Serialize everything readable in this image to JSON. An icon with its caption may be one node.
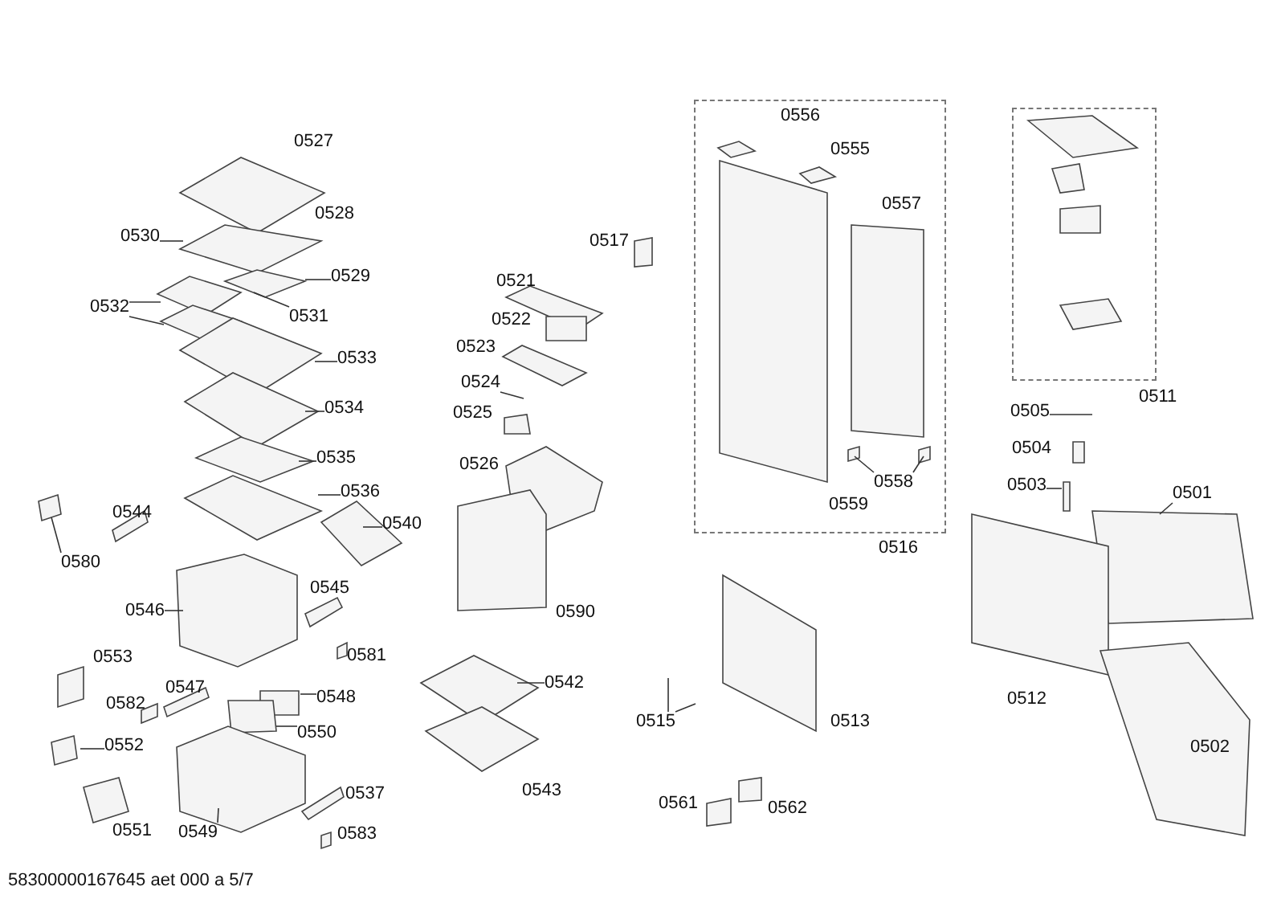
{
  "diagram": {
    "nodes": [
      {
        "text": [
          "0516"
        ]
      },
      {
        "text": [
          "0511"
        ]
      },
      {
        "text": [
          "0530"
        ]
      },
      {
        "text": [
          "0529"
        ]
      },
      {
        "text": [
          "0531"
        ]
      },
      {
        "text": [
          "0532"
        ]
      },
      {
        "text": [
          "0533"
        ]
      },
      {
        "text": [
          "0534"
        ]
      },
      {
        "text": [
          "0535"
        ]
      },
      {
        "text": [
          "0536"
        ]
      },
      {
        "text": [
          "0540"
        ]
      },
      {
        "text": [
          "0580"
        ]
      },
      {
        "text": [
          "0546"
        ]
      },
      {
        "text": [
          "0548"
        ]
      },
      {
        "text": [
          "0550"
        ]
      },
      {
        "text": [
          "0552"
        ]
      },
      {
        "text": [
          "0549"
        ]
      },
      {
        "text": [
          "0524"
        ]
      },
      {
        "text": [
          "0542"
        ]
      },
      {
        "text": [
          "0515"
        ]
      },
      {
        "text": [
          "0558"
        ],
        "in": 0
      },
      {
        "text": [
          "0505"
        ]
      },
      {
        "text": [
          "0503"
        ]
      },
      {
        "text": [
          "0501"
        ]
      }
    ],
    "edges": [
      {
        "from": 2,
        "to": null,
        "arrow": "none"
      },
      {
        "from": 3,
        "to": null,
        "arrow": "none"
      },
      {
        "from": 4,
        "to": null,
        "arrow": "none"
      },
      {
        "from": 5,
        "to": null,
        "arrow": "none"
      },
      {
        "from": 5,
        "to": null,
        "arrow": "none"
      },
      {
        "from": 6,
        "to": null,
        "arrow": "none"
      },
      {
        "from": 7,
        "to": null,
        "arrow": "none"
      },
      {
        "from": 8,
        "to": null,
        "arrow": "none"
      },
      {
        "from": 9,
        "to": null,
        "arrow": "none"
      },
      {
        "from": 10,
        "to": null,
        "arrow": "none"
      },
      {
        "from": 11,
        "to": null,
        "arrow": "none"
      },
      {
        "from": 12,
        "to": null,
        "arrow": "none"
      },
      {
        "from": 13,
        "to": null,
        "arrow": "none"
      },
      {
        "from": 14,
        "to": null,
        "arrow": "none"
      },
      {
        "from": 15,
        "to": null,
        "arrow": "none"
      },
      {
        "from": 16,
        "to": null,
        "arrow": "none"
      },
      {
        "from": 17,
        "to": null,
        "arrow": "none"
      },
      {
        "from": 18,
        "to": null,
        "arrow": "none"
      },
      {
        "from": 19,
        "to": null,
        "arrow": "none"
      },
      {
        "from": 19,
        "to": null,
        "arrow": "none"
      },
      {
        "from": 20,
        "to": null,
        "arrow": "none"
      },
      {
        "from": 20,
        "to": null,
        "arrow": "none"
      },
      {
        "from": 21,
        "to": null,
        "arrow": "none"
      },
      {
        "from": 22,
        "to": null,
        "arrow": "none"
      },
      {
        "from": 23,
        "to": null,
        "arrow": "none"
      }
    ],
    "labels": [
      "0527",
      "0528",
      "0556",
      "0555",
      "0557",
      "0517",
      "0521",
      "0522",
      "0523",
      "0525",
      "0526",
      "0559",
      "0504",
      "0544",
      "0545",
      "0590",
      "0581",
      "0553",
      "0547",
      "0582",
      "0513",
      "0512",
      "0561",
      "0562",
      "0502",
      "0537",
      "0551",
      "0583",
      "0543",
      "58300000167645 aet 000 a 5/7"
    ]
  }
}
